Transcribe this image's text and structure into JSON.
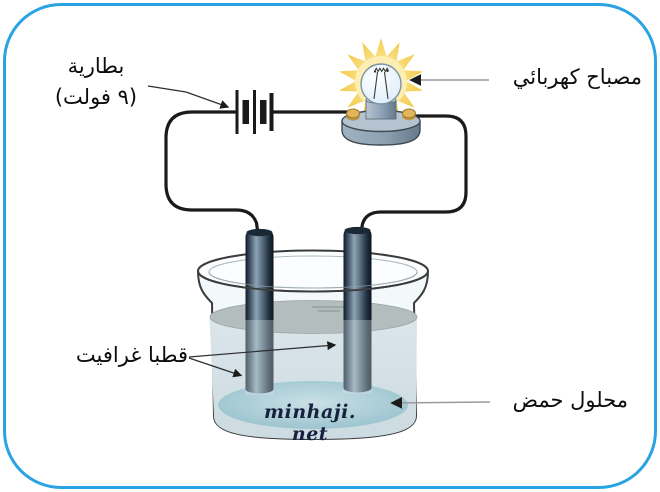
{
  "figure": {
    "description": "Electric circuit diagram: battery and lamp wired to two graphite electrodes dipped in acid solution inside a beaker",
    "watermark": "minhaji. net"
  },
  "labels": {
    "battery_line1": "بطارية",
    "battery_line2": "(٩ فولت)",
    "lamp": "مصباح كهربائي",
    "electrodes": "قطبا غرافيت",
    "acid_solution": "محلول حمض"
  },
  "colors": {
    "border": "#29a3e3",
    "wire": "#1a1a1a",
    "label_text": "#0c0c0c",
    "leader_gray": "#9a9a9a",
    "glow_outer": "#f2c63e",
    "glow_mid": "#f9e084",
    "glow_inner": "#fdf3cb",
    "bulb_glass": "#ddeefb",
    "socket_gray": "#8ca1b2",
    "base_top": "#b5c3d0",
    "brass": "#e2b55c",
    "electrode_dark": "#0f1924",
    "electrode_light": "#8ea3b3",
    "liquid": "#dce7eb",
    "liquid_surface": "#b3bdbe",
    "pool": "#8fbecb",
    "glass_outline": "#3c3c3c",
    "watermark_text": "#16213e"
  }
}
